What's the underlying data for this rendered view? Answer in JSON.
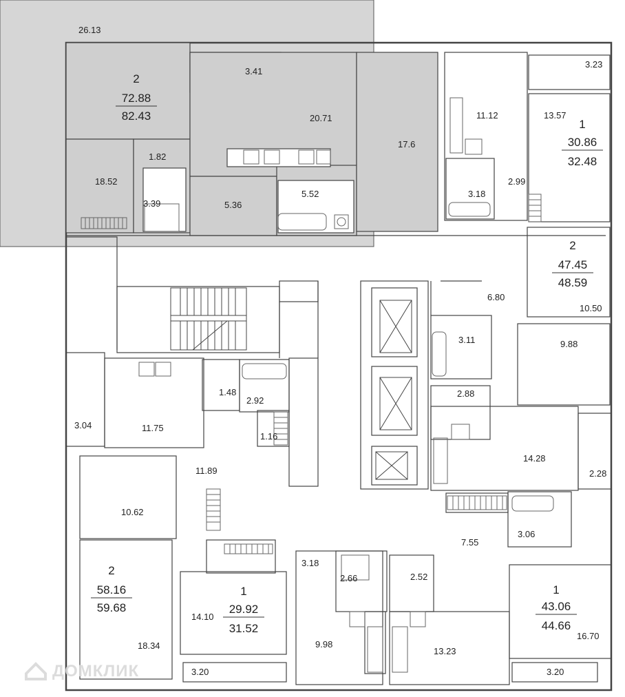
{
  "colors": {
    "highlight": "#d6d6d6",
    "wall": "#444444",
    "background": "#ffffff",
    "fixture": "#666666"
  },
  "apartments": [
    {
      "rooms": "2",
      "living_area": "72.88",
      "total_area": "82.43"
    },
    {
      "rooms": "1",
      "living_area": "30.86",
      "total_area": "32.48"
    },
    {
      "rooms": "2",
      "living_area": "47.45",
      "total_area": "48.59"
    },
    {
      "rooms": "2",
      "living_area": "58.16",
      "total_area": "59.68"
    },
    {
      "rooms": "1",
      "living_area": "29.92",
      "total_area": "31.52"
    },
    {
      "rooms": "1",
      "living_area": "43.06",
      "total_area": "44.66"
    }
  ],
  "room_areas": {
    "terrace_top": "26.13",
    "loggia_a": "3.41",
    "room_20_71": "20.71",
    "room_17_6": "17.6",
    "room_18_52": "18.52",
    "hall_1_82": "1.82",
    "bath_3_39": "3.39",
    "hall_5_36": "5.36",
    "bath_5_52": "5.52",
    "kitchen_11_12": "11.12",
    "bath_3_18_top": "3.18",
    "hall_2_99": "2.99",
    "balcony_3_23": "3.23",
    "room_13_57": "13.57",
    "hall_6_80": "6.80",
    "room_10_50": "10.50",
    "bath_3_11": "3.11",
    "room_9_88": "9.88",
    "hall_2_88": "2.88",
    "kitchen_14_28": "14.28",
    "balcony_2_28": "2.28",
    "balcony_3_04": "3.04",
    "kitchen_11_75": "11.75",
    "wc_1_48": "1.48",
    "bath_2_92": "2.92",
    "closet_1_16": "1.16",
    "hall_11_89": "11.89",
    "kitchen_10_62": "10.62",
    "room_18_34": "18.34",
    "room_14_10": "14.10",
    "balcony_3_20_left": "3.20",
    "hall_3_18_mid": "3.18",
    "bath_2_66": "2.66",
    "kitchen_9_98": "9.98",
    "bath_2_52": "2.52",
    "kitchen_13_23": "13.23",
    "hall_7_55": "7.55",
    "bath_3_06": "3.06",
    "room_16_70": "16.70",
    "balcony_3_20_right": "3.20"
  },
  "watermark": {
    "icon": "house-logo-icon",
    "text": "ДОМКЛИК"
  }
}
